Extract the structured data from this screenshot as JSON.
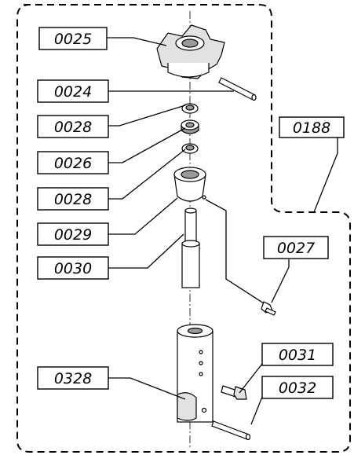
{
  "labels": {
    "p0025": "0025",
    "p0024": "0024",
    "p0028a": "0028",
    "p0026": "0026",
    "p0028b": "0028",
    "p0029": "0029",
    "p0030": "0030",
    "p0027": "0027",
    "p0188": "0188",
    "p0328": "0328",
    "p0031": "0031",
    "p0032": "0032"
  }
}
